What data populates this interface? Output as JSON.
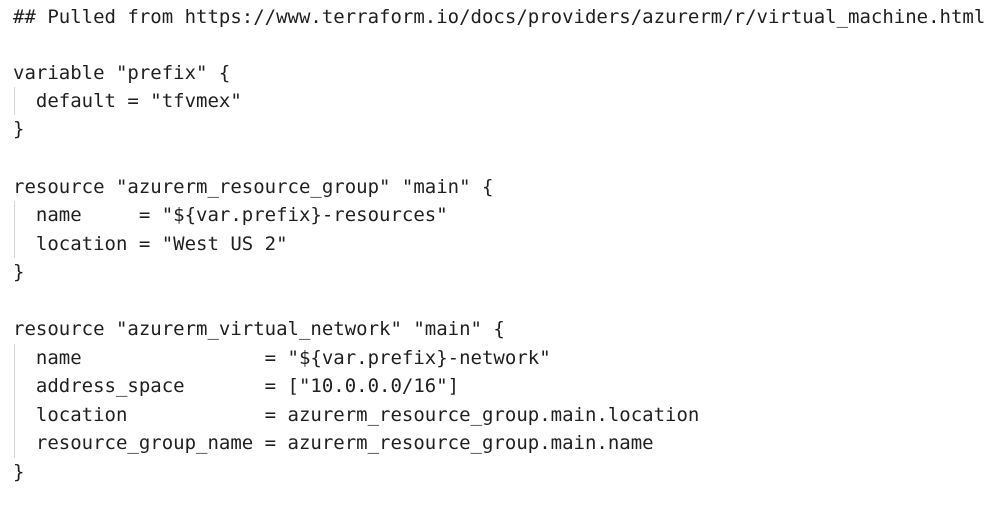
{
  "editor": {
    "lines": [
      "## Pulled from https://www.terraform.io/docs/providers/azurerm/r/virtual_machine.html",
      "",
      "variable \"prefix\" {",
      "  default = \"tfvmex\"",
      "}",
      "",
      "resource \"azurerm_resource_group\" \"main\" {",
      "  name     = \"${var.prefix}-resources\"",
      "  location = \"West US 2\"",
      "}",
      "",
      "resource \"azurerm_virtual_network\" \"main\" {",
      "  name                = \"${var.prefix}-network\"",
      "  address_space       = [\"10.0.0.0/16\"]",
      "  location            = azurerm_resource_group.main.location",
      "  resource_group_name = azurerm_resource_group.main.name",
      "}"
    ]
  }
}
